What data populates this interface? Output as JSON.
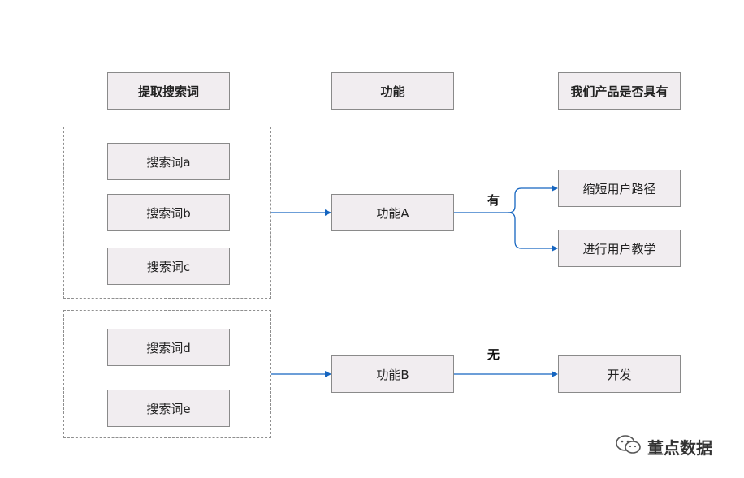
{
  "headers": {
    "search_terms": "提取搜索词",
    "features": "功能",
    "has_product": "我们产品是否具有"
  },
  "search_terms": [
    "搜索词a",
    "搜索词b",
    "搜索词c",
    "搜索词d",
    "搜索词e"
  ],
  "features": [
    "功能A",
    "功能B"
  ],
  "edge_labels": {
    "has": "有",
    "none": "无"
  },
  "outcomes": [
    "缩短用户路径",
    "进行用户教学",
    "开发"
  ],
  "watermark": {
    "text": "董点数据",
    "icon": "wechat-icon"
  },
  "colors": {
    "arrow": "#1565c0",
    "box_fill": "#f1edf0",
    "box_border": "#8a8a8a"
  }
}
